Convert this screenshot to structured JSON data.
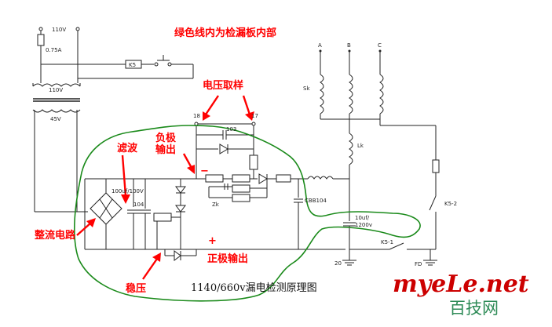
{
  "diagram": {
    "note_green_line": "绿色线内为检漏板内部",
    "title": "1140/660v漏电检测原理图",
    "labels": {
      "voltage_sampling": "电压取样",
      "negative_output_1": "负极",
      "negative_output_2": "输出",
      "filter": "滤波",
      "rectifier": "整流电路",
      "voltage_regulation": "稳压",
      "positive_output": "正极输出",
      "minus_sign": "−",
      "plus_sign": "+"
    },
    "components": {
      "supply_top": "110V",
      "fuse": "0.75A",
      "relay_k5": "K5",
      "transformer_primary": "110V",
      "transformer_secondary": "45V",
      "terminal_18": "18",
      "terminal_17": "17",
      "cap_103": "103",
      "cap_filter": "100uf/100V",
      "cap_104": "104",
      "zener_zk": "Zk",
      "cap_cbb": "CBB104",
      "cap_10uf_1": "10uf/",
      "cap_10uf_2": "1200v",
      "inductor_sk": "Sk",
      "inductor_lk": "Lk",
      "switch_k51": "K5-1",
      "switch_k52": "K5-2",
      "phase_a": "A",
      "phase_b": "B",
      "phase_c": "C",
      "ground_20": "20",
      "ground_fd": "FD"
    },
    "watermark": {
      "site": "myeLe.net",
      "chinese": "百技网"
    }
  }
}
